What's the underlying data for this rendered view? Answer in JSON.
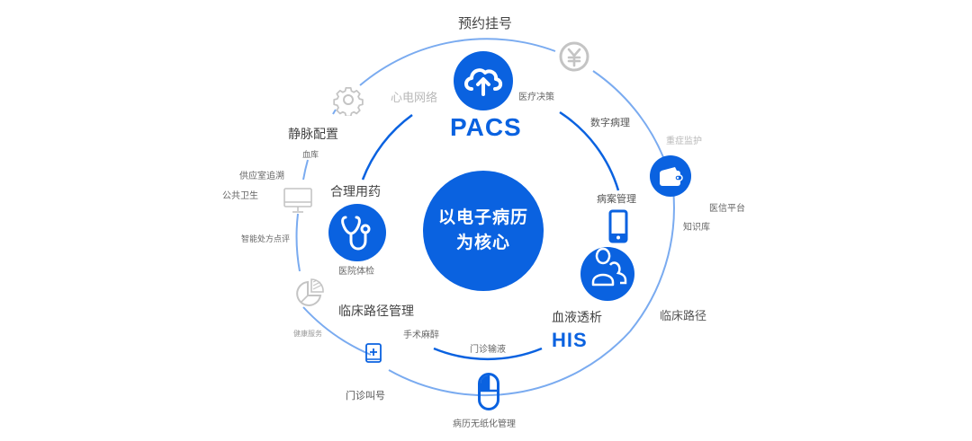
{
  "colors": {
    "primary_blue": "#0a62e0",
    "light_blue_ring": "#7aabf0",
    "gray_icon": "#c4c4c4",
    "text_dark": "#444444",
    "text_light": "#b8b8b8"
  },
  "center": {
    "line1": "以电子病历",
    "line2": "为核心"
  },
  "brands": {
    "pacs": "PACS",
    "his": "HIS"
  },
  "outer_ring_labels": {
    "top": "预约挂号",
    "right_upper": "重症监护",
    "right_middle": "医信平台",
    "right_knowledge": "知识库",
    "right_lower": "临床路径",
    "bottom": "病历无纸化管理",
    "bottom_left": "门诊叫号",
    "left_health": "健康服务",
    "left_smart": "智能处方点评",
    "left_public": "公共卫生",
    "left_supply": "供应室追溯",
    "left_blood": "血库",
    "left_top": "静脉配置"
  },
  "inner_ring_labels": {
    "ecg": "心电网络",
    "decision": "医疗决策",
    "digital_pathology": "数字病理",
    "case_mgmt": "病案管理",
    "dialysis": "血液透析",
    "infusion": "门诊输液",
    "anesthesia": "手术麻醉",
    "clinical_path_mgmt": "临床路径管理",
    "physical_exam": "医院体检",
    "rational_drug": "合理用药"
  },
  "icons": [
    {
      "name": "cloud-upload-icon",
      "style": "filled-blue"
    },
    {
      "name": "yuan-coin-icon",
      "style": "gray-outline"
    },
    {
      "name": "gear-icon",
      "style": "gray-outline"
    },
    {
      "name": "wallet-icon",
      "style": "filled-blue"
    },
    {
      "name": "smartphone-icon",
      "style": "blue"
    },
    {
      "name": "users-icon",
      "style": "filled-blue"
    },
    {
      "name": "stethoscope-icon",
      "style": "filled-blue"
    },
    {
      "name": "monitor-icon",
      "style": "gray-outline"
    },
    {
      "name": "pie-chart-icon",
      "style": "gray-outline"
    },
    {
      "name": "medical-book-icon",
      "style": "blue-outline"
    },
    {
      "name": "mouse-capsule-icon",
      "style": "blue-outline"
    }
  ]
}
